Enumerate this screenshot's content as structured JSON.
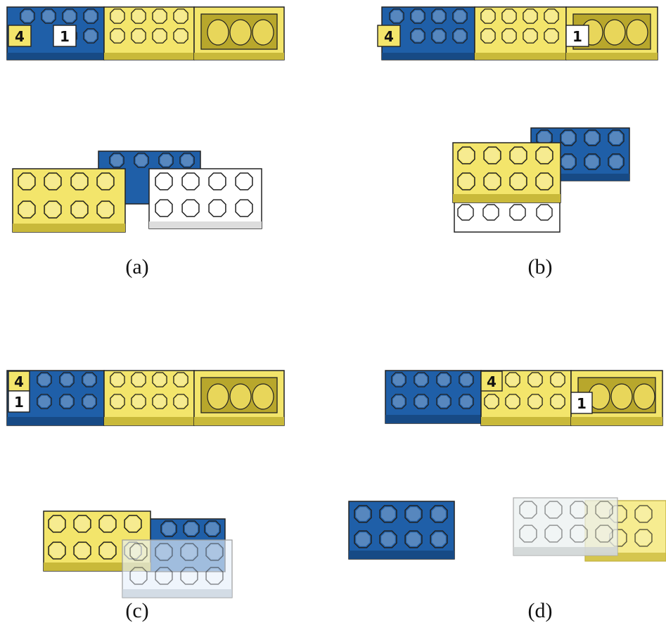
{
  "figure": {
    "panels": [
      {
        "id": "a",
        "caption": "(a)",
        "tags": [
          "4",
          "1"
        ]
      },
      {
        "id": "b",
        "caption": "(b)",
        "tags": [
          "4",
          "1"
        ]
      },
      {
        "id": "c",
        "caption": "(c)",
        "tags": [
          "4",
          "1"
        ]
      },
      {
        "id": "d",
        "caption": "(d)",
        "tags": [
          "4",
          "1"
        ]
      }
    ]
  },
  "colors": {
    "blue": "#1f5fa8",
    "blue_dark": "#174a85",
    "yellow": "#f3e56b",
    "yellow_dark": "#c9b93a",
    "white_brick": "#ffffff",
    "outline": "#222222"
  }
}
